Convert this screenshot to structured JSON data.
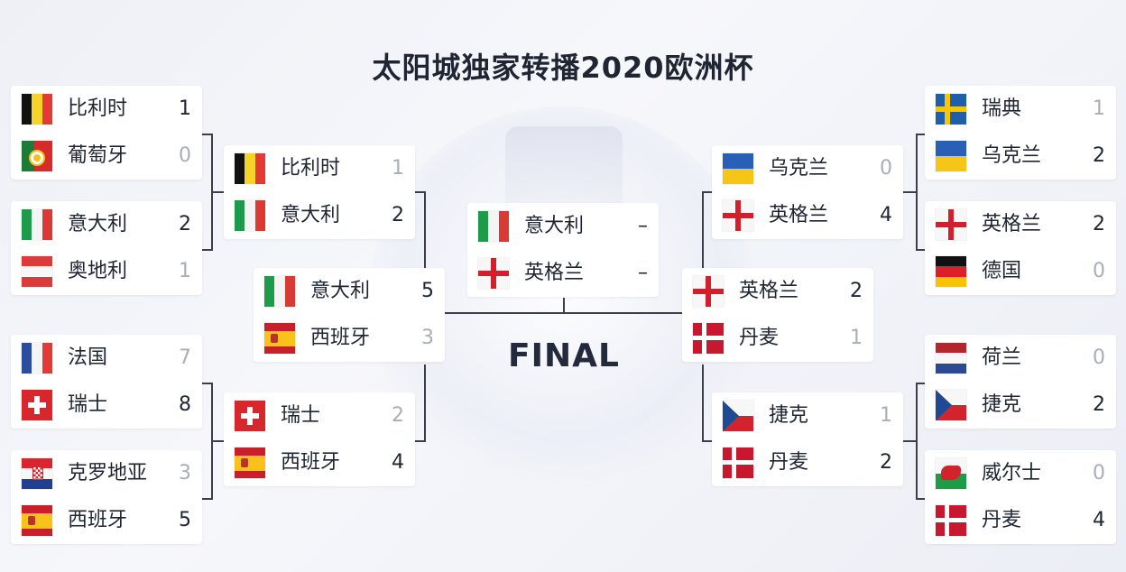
{
  "title": "太阳城独家转播2020欧洲杯",
  "final_label": "FINAL",
  "colors": {
    "winner_score": "#1f2533",
    "loser_score": "#a8adb8",
    "bracket_line": "#3a3f4b"
  },
  "round_of_16_left": [
    {
      "team1": {
        "name": "比利时",
        "score": "1",
        "flag": "belgium-flag"
      },
      "team2": {
        "name": "葡萄牙",
        "score": "0",
        "flag": "portugal-flag"
      }
    },
    {
      "team1": {
        "name": "意大利",
        "score": "2",
        "flag": "italy-flag"
      },
      "team2": {
        "name": "奥地利",
        "score": "1",
        "flag": "austria-flag"
      }
    },
    {
      "team1": {
        "name": "法国",
        "score": "7",
        "flag": "france-flag"
      },
      "team2": {
        "name": "瑞士",
        "score": "8",
        "flag": "switzerland-flag"
      }
    },
    {
      "team1": {
        "name": "克罗地亚",
        "score": "3",
        "flag": "croatia-flag"
      },
      "team2": {
        "name": "西班牙",
        "score": "5",
        "flag": "spain-flag"
      }
    }
  ],
  "quarter_left": [
    {
      "team1": {
        "name": "比利时",
        "score": "1",
        "flag": "belgium-flag"
      },
      "team2": {
        "name": "意大利",
        "score": "2",
        "flag": "italy-flag"
      }
    },
    {
      "team1": {
        "name": "瑞士",
        "score": "2",
        "flag": "switzerland-flag"
      },
      "team2": {
        "name": "西班牙",
        "score": "4",
        "flag": "spain-flag"
      }
    }
  ],
  "semi_left": {
    "team1": {
      "name": "意大利",
      "score": "5",
      "flag": "italy-flag"
    },
    "team2": {
      "name": "西班牙",
      "score": "3",
      "flag": "spain-flag"
    }
  },
  "final_match": {
    "team1": {
      "name": "意大利",
      "score": "–",
      "flag": "italy-flag"
    },
    "team2": {
      "name": "英格兰",
      "score": "–",
      "flag": "england-flag"
    }
  },
  "semi_right": {
    "team1": {
      "name": "英格兰",
      "score": "2",
      "flag": "england-flag"
    },
    "team2": {
      "name": "丹麦",
      "score": "1",
      "flag": "denmark-flag"
    }
  },
  "quarter_right": [
    {
      "team1": {
        "name": "乌克兰",
        "score": "0",
        "flag": "ukraine-flag"
      },
      "team2": {
        "name": "英格兰",
        "score": "4",
        "flag": "england-flag"
      }
    },
    {
      "team1": {
        "name": "捷克",
        "score": "1",
        "flag": "czech-flag"
      },
      "team2": {
        "name": "丹麦",
        "score": "2",
        "flag": "denmark-flag"
      }
    }
  ],
  "round_of_16_right": [
    {
      "team1": {
        "name": "瑞典",
        "score": "1",
        "flag": "sweden-flag"
      },
      "team2": {
        "name": "乌克兰",
        "score": "2",
        "flag": "ukraine-flag"
      }
    },
    {
      "team1": {
        "name": "英格兰",
        "score": "2",
        "flag": "england-flag"
      },
      "team2": {
        "name": "德国",
        "score": "0",
        "flag": "germany-flag"
      }
    },
    {
      "team1": {
        "name": "荷兰",
        "score": "0",
        "flag": "netherlands-flag"
      },
      "team2": {
        "name": "捷克",
        "score": "2",
        "flag": "czech-flag"
      }
    },
    {
      "team1": {
        "name": "威尔士",
        "score": "0",
        "flag": "wales-flag"
      },
      "team2": {
        "name": "丹麦",
        "score": "4",
        "flag": "denmark-flag"
      }
    }
  ]
}
